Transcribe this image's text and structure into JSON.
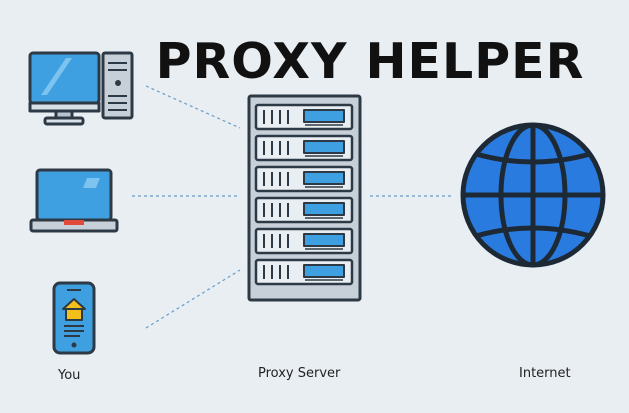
{
  "title": "PROXY HELPER",
  "labels": {
    "you": "You",
    "proxy_server": "Proxy Server",
    "internet": "Internet"
  },
  "icons": [
    "desktop-computer-icon",
    "laptop-icon",
    "smartphone-icon",
    "server-rack-icon",
    "globe-icon"
  ],
  "colors": {
    "background": "#e9eef3",
    "screen_blue": "#3ea0e0",
    "globe_blue": "#2a7be0",
    "dark_outline": "#2d3a45",
    "connector_line": "#6a9cc6",
    "phone_home_yellow": "#f2c01a",
    "laptop_accent_red": "#e04a3c"
  }
}
